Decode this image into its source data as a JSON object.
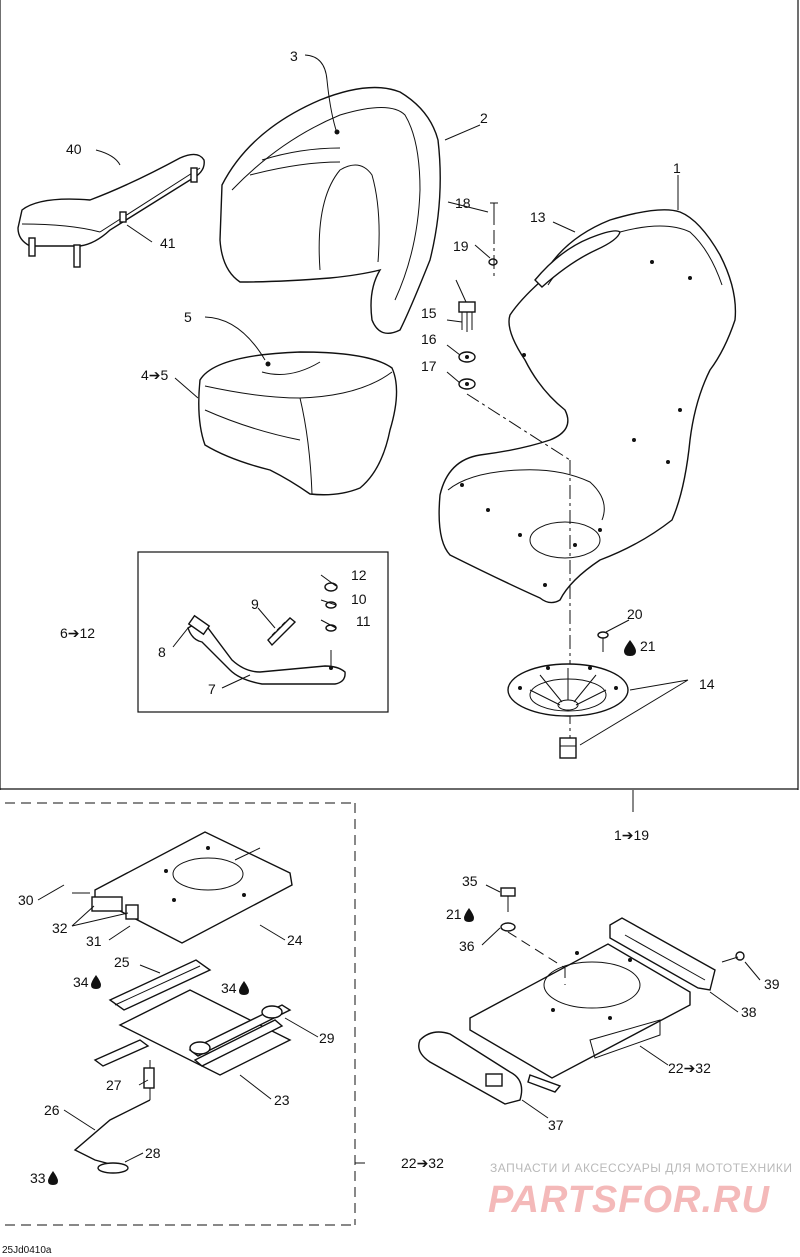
{
  "diagram_code": "25Jd0410a",
  "callouts": {
    "c1": "1",
    "c2": "2",
    "c3": "3",
    "c4_5": "4➔5",
    "c5": "5",
    "c6_12": "6➔12",
    "c7": "7",
    "c8": "8",
    "c9": "9",
    "c10": "10",
    "c11": "11",
    "c12": "12",
    "c13": "13",
    "c14": "14",
    "c15": "15",
    "c16": "16",
    "c17": "17",
    "c18": "18",
    "c19": "19",
    "c20": "20",
    "c21": "21",
    "c1_19": "1➔19",
    "c22_32a": "22➔32",
    "c22_32b": "22➔32",
    "c23": "23",
    "c24": "24",
    "c25": "25",
    "c26": "26",
    "c27": "27",
    "c28": "28",
    "c29": "29",
    "c30": "30",
    "c31": "31",
    "c32": "32",
    "c33": "33",
    "c34a": "34",
    "c34b": "34",
    "c35": "35",
    "c21b": "21",
    "c36": "36",
    "c37": "37",
    "c38": "38",
    "c39": "39",
    "c40": "40",
    "c41": "41"
  },
  "watermark": {
    "tagline": "ЗАПЧАСТИ И АКСЕССУАРЫ ДЛЯ МОТОТЕХНИКИ",
    "brand": "PARTSFOR.RU"
  },
  "icons": {
    "sealant": "droplet-icon",
    "arrow": "arrow-right-icon"
  }
}
